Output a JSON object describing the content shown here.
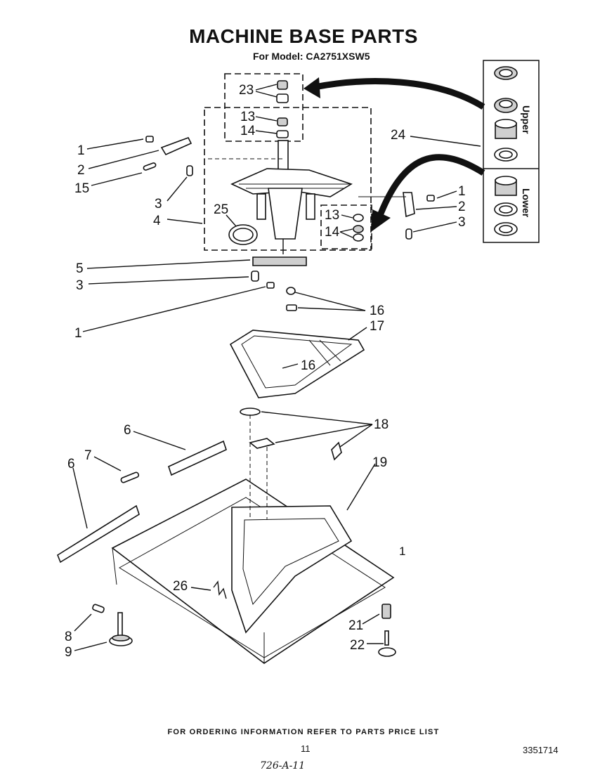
{
  "header": {
    "title": "MACHINE BASE PARTS",
    "subtitle": "For Model: CA2751XSW5"
  },
  "inset": {
    "upper_label": "Upper",
    "lower_label": "Lower"
  },
  "callouts": [
    "1",
    "2",
    "15",
    "3",
    "4",
    "25",
    "23",
    "13",
    "14",
    "24",
    "1",
    "2",
    "13",
    "14",
    "3",
    "5",
    "3",
    "1",
    "16",
    "17",
    "16",
    "6",
    "18",
    "7",
    "6",
    "19",
    "26",
    "1",
    "8",
    "9",
    "21",
    "22"
  ],
  "footer": {
    "ordering_note": "FOR ORDERING INFORMATION REFER TO PARTS PRICE LIST",
    "page_number": "11",
    "document_number": "3351714",
    "handwritten_note": "726-A-11"
  }
}
